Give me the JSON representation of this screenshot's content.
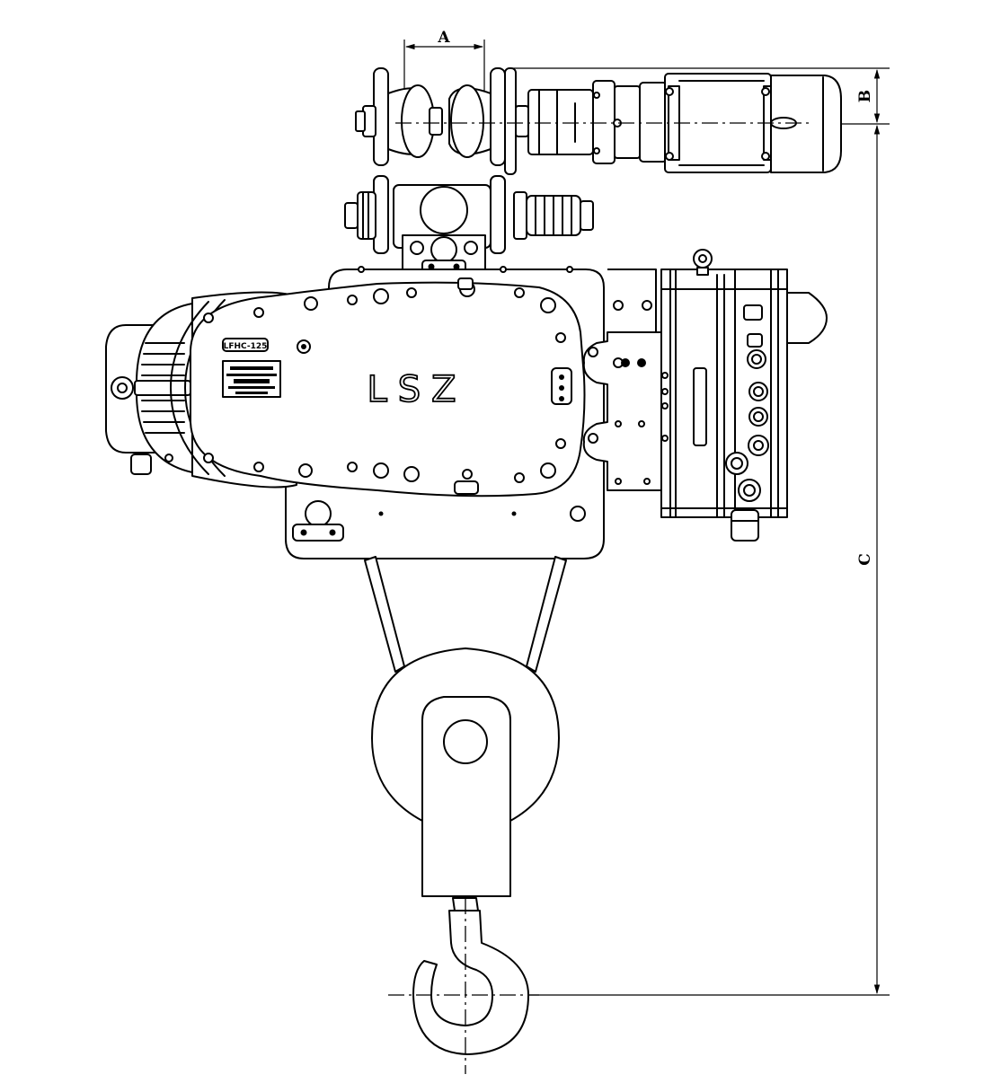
{
  "diagram": {
    "brand_label": "LSZ",
    "model_plate": "LFHC-125",
    "dimension_labels": {
      "a": "A",
      "b": "B",
      "c": "C"
    }
  }
}
